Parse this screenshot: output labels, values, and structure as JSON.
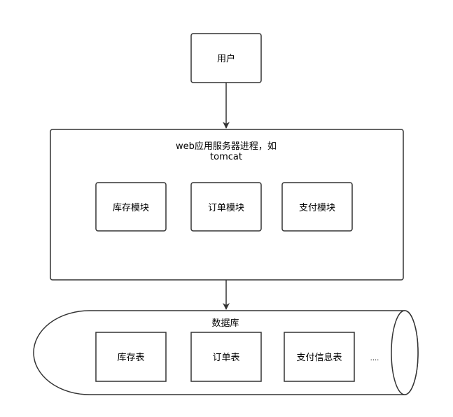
{
  "nodes": {
    "user": {
      "label": "用户"
    },
    "server": {
      "label_line1": "web应用服务器进程，如",
      "label_line2": "tomcat"
    },
    "inventory_module": {
      "label": "库存模块"
    },
    "order_module": {
      "label": "订单模块"
    },
    "payment_module": {
      "label": "支付模块"
    },
    "database": {
      "label": "数据库"
    },
    "inventory_table": {
      "label": "库存表"
    },
    "order_table": {
      "label": "订单表"
    },
    "payment_info_table": {
      "label": "支付信息表"
    },
    "ellipsis": {
      "label": "...."
    }
  },
  "edges": [
    {
      "from": "user",
      "to": "server"
    },
    {
      "from": "server",
      "to": "database"
    }
  ],
  "colors": {
    "stroke": "#333333",
    "background": "#ffffff",
    "text": "#000000"
  }
}
